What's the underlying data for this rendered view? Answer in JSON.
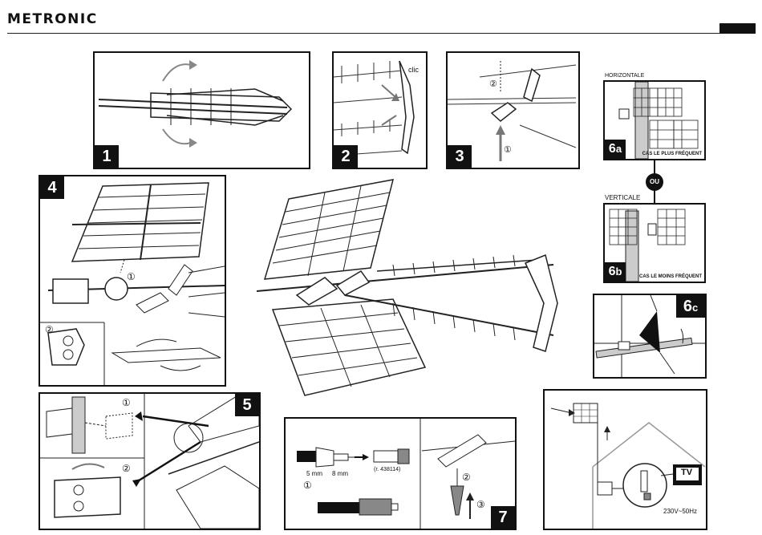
{
  "brand": "METRONIC",
  "steps": {
    "s1": "1",
    "s2": "2",
    "s3": "3",
    "s4": "4",
    "s5": "5",
    "s6a_main": "6",
    "s6a_sub": "a",
    "s6b_main": "6",
    "s6b_sub": "b",
    "s6c_main": "6",
    "s6c_sub": "c",
    "s7": "7"
  },
  "callouts": {
    "clic": "clic",
    "c1": "①",
    "c2": "②",
    "c3": "③"
  },
  "orientation": {
    "horizontal_title": "HORIZONTALE",
    "horizontal_note": "CAS LE PLUS FRÉQUENT",
    "or": "OU",
    "vertical_title": "VERTICALE",
    "vertical_note": "CAS LE MOINS FRÉQUENT"
  },
  "cable": {
    "strip_a": "5 mm",
    "strip_b": "8 mm",
    "ref": "(r. 438114)"
  },
  "install": {
    "tv": "TV",
    "power": "230V~50Hz"
  }
}
